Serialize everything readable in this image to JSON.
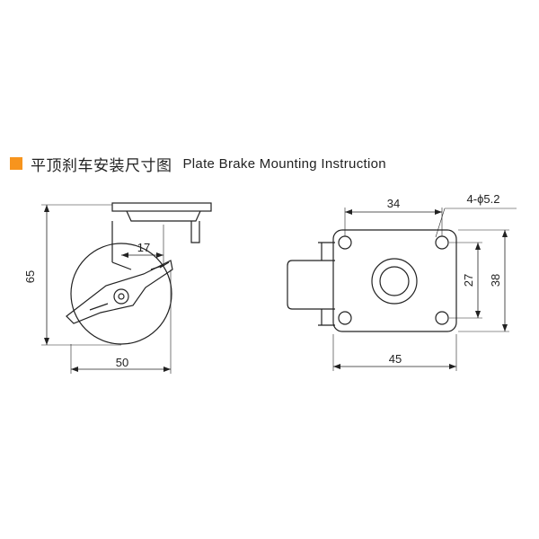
{
  "header": {
    "title_cn": "平顶刹车安装尺寸图",
    "title_en": "Plate Brake Mounting Instruction",
    "accent_color": "#f7941d"
  },
  "side_view": {
    "height_label": "65",
    "width_label": "50",
    "offset_label": "17"
  },
  "plate_view": {
    "hole_spacing_x_label": "34",
    "hole_spec_label": "4-ϕ5.2",
    "hole_spacing_y_label": "27",
    "plate_height_label": "38",
    "plate_width_label": "45"
  }
}
